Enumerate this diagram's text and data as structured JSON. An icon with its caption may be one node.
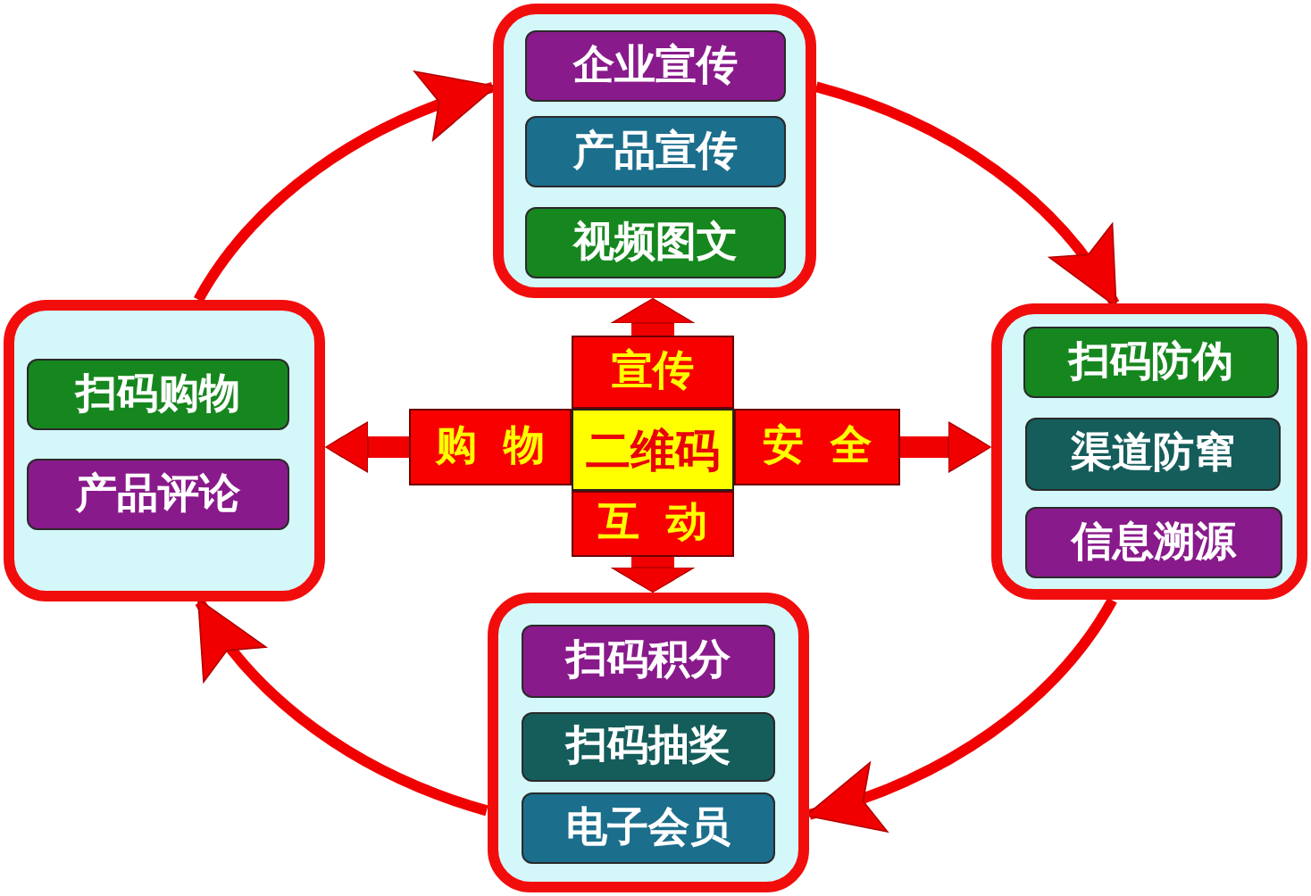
{
  "diagram": {
    "nodes": [
      {
        "text": [],
        "shape": "box"
      },
      {
        "text": [
          "企业宣传"
        ],
        "in": 0
      },
      {
        "text": [
          "产品宣传"
        ],
        "in": 0
      },
      {
        "text": [
          "视频图文"
        ],
        "in": 0
      },
      {
        "text": [],
        "shape": "box"
      },
      {
        "text": [
          "扫码购物"
        ],
        "in": 4
      },
      {
        "text": [
          "产品评论"
        ],
        "in": 4
      },
      {
        "text": [],
        "shape": "box"
      },
      {
        "text": [
          "扫码防伪"
        ],
        "in": 7
      },
      {
        "text": [
          "渠道防窜"
        ],
        "in": 7
      },
      {
        "text": [
          "信息溯源"
        ],
        "in": 7
      },
      {
        "text": [
          "宣传"
        ]
      },
      {
        "text": [
          "购物"
        ]
      },
      {
        "text": [
          "二维码"
        ]
      },
      {
        "text": [
          "安全"
        ]
      },
      {
        "text": [
          "互动"
        ]
      },
      {
        "text": [],
        "shape": "box"
      },
      {
        "text": [
          "扫码积分"
        ],
        "in": 16
      },
      {
        "text": [
          "扫码抽奖"
        ],
        "in": 16
      },
      {
        "text": [
          "电子会员"
        ],
        "in": 16
      }
    ],
    "edges": [
      {
        "from": 0,
        "to": 7,
        "arrow": "to"
      },
      {
        "from": 7,
        "to": 16,
        "arrow": "to"
      },
      {
        "from": 16,
        "to": 4,
        "arrow": "to"
      },
      {
        "from": 4,
        "to": 0,
        "arrow": "to"
      },
      {
        "from": 11,
        "to": 0,
        "arrow": "to",
        "style": "thick"
      },
      {
        "from": 12,
        "to": 4,
        "arrow": "to",
        "style": "thick"
      },
      {
        "from": 14,
        "to": 7,
        "arrow": "to",
        "style": "thick"
      },
      {
        "from": 15,
        "to": 16,
        "arrow": "to",
        "style": "thick"
      }
    ]
  }
}
